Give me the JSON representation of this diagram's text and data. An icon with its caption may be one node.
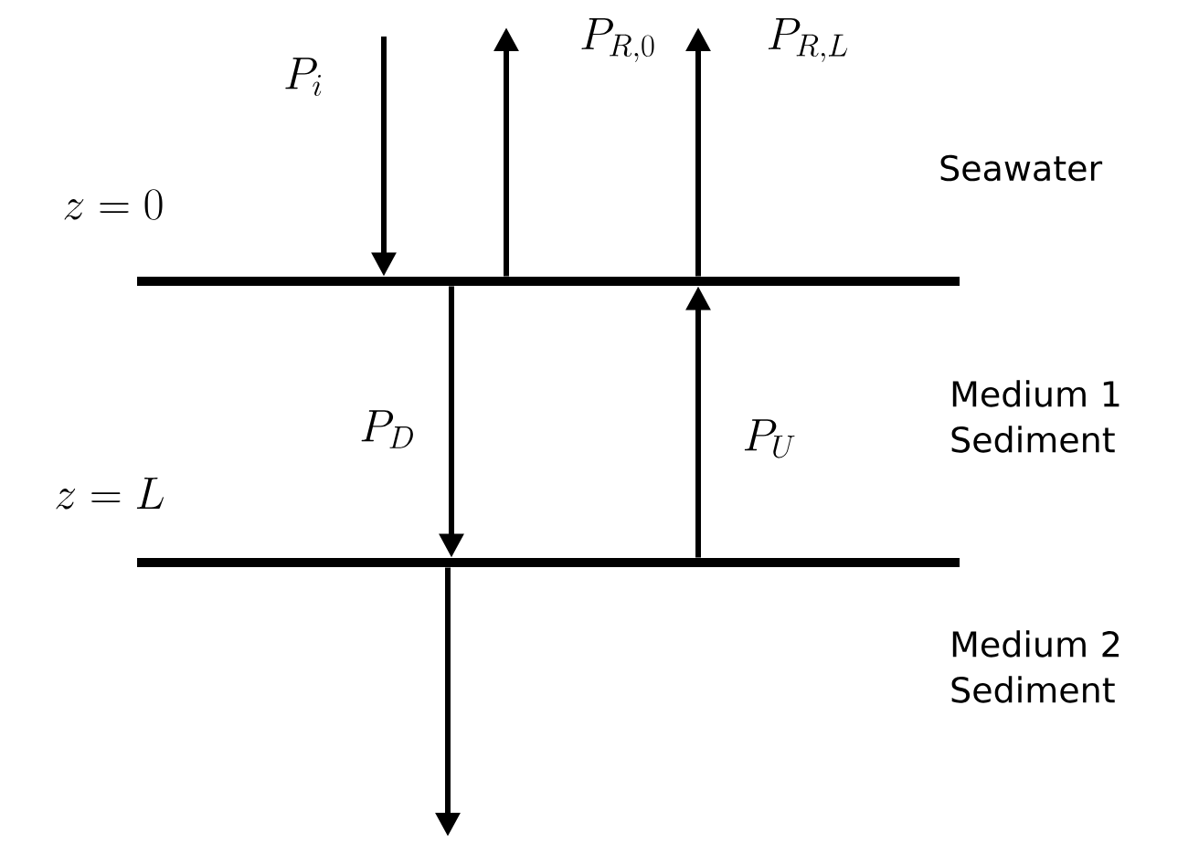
{
  "diagram": {
    "nodes": [
      {
        "text": [],
        "shape": "bar"
      },
      {
        "text": [],
        "shape": "bar"
      }
    ],
    "edges": [
      {
        "from": null,
        "to": 0,
        "arrow": "to",
        "label": "P_i"
      },
      {
        "from": 0,
        "to": null,
        "arrow": "to",
        "label": "P_{R,0}"
      },
      {
        "from": 0,
        "to": null,
        "arrow": "to",
        "label": "P_{R,L}"
      },
      {
        "from": 0,
        "to": 1,
        "arrow": "to",
        "label": "P_D"
      },
      {
        "from": 1,
        "to": 0,
        "arrow": "to",
        "label": "P_U"
      },
      {
        "from": 1,
        "to": null,
        "arrow": "to"
      }
    ],
    "labels": [
      "z = 0",
      "z = L",
      "Seawater",
      "Medium 1 Sediment",
      "Medium 2 Sediment"
    ]
  }
}
